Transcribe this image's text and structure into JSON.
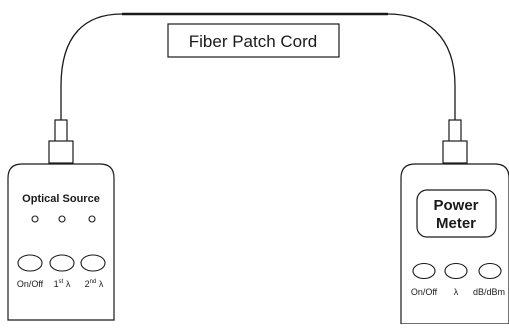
{
  "cord": {
    "label": "Fiber Patch Cord"
  },
  "optical_source": {
    "title": "Optical Source",
    "buttons": [
      {
        "main": "On/Off",
        "sup": "",
        "rest": ""
      },
      {
        "main": "1",
        "sup": "st",
        "rest": " λ"
      },
      {
        "main": "2",
        "sup": "nd",
        "rest": " λ"
      }
    ]
  },
  "power_meter": {
    "title_line1": "Power",
    "title_line2": "Meter",
    "buttons": [
      {
        "label": "On/Off"
      },
      {
        "label": "λ"
      },
      {
        "label": "dB/dBm"
      }
    ]
  },
  "colors": {
    "stroke": "#1a1a1a",
    "background": "#ffffff"
  }
}
